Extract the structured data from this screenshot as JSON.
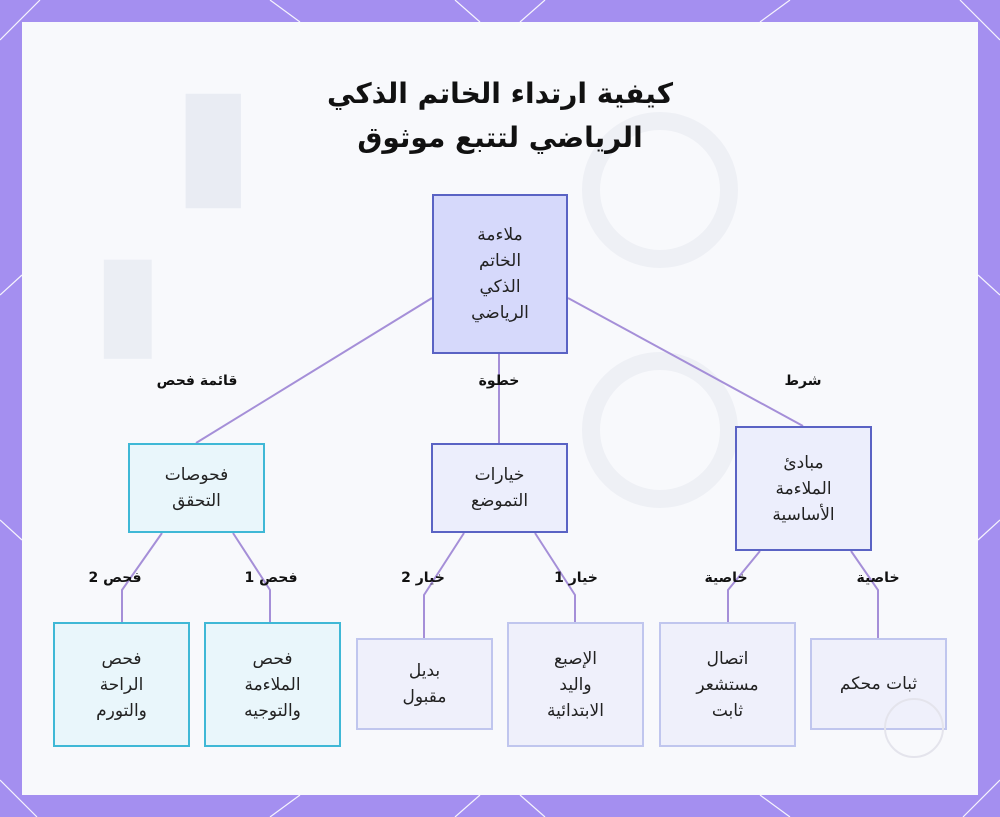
{
  "title_lines": [
    "كيفية ارتداء الخاتم الذكي",
    "الرياضي لتتبع موثوق"
  ],
  "colors": {
    "frame": "#a48ff0",
    "connector": "#a58fd8",
    "root_border": "#5a63c4",
    "cyan_border": "#3fb8d6"
  },
  "root": {
    "lines": [
      "ملاءمة",
      "الخاتم",
      "الذكي",
      "الرياضي"
    ]
  },
  "branches": {
    "left": {
      "edge_label": "قائمة فحص",
      "lines": [
        "فحوصات",
        "التحقق"
      ],
      "children": [
        {
          "edge_label": "فحص 2",
          "lines": [
            "فحص",
            "الراحة",
            "والتورم"
          ]
        },
        {
          "edge_label": "فحص 1",
          "lines": [
            "فحص",
            "الملاءمة",
            "والتوجيه"
          ]
        }
      ]
    },
    "middle": {
      "edge_label": "خطوة",
      "lines": [
        "خيارات",
        "التموضع"
      ],
      "children": [
        {
          "edge_label": "خيار 2",
          "lines": [
            "بديل",
            "مقبول"
          ]
        },
        {
          "edge_label": "خيار 1",
          "lines": [
            "الإصبع",
            "واليد",
            "الابتدائية"
          ]
        }
      ]
    },
    "right": {
      "edge_label": "شرط",
      "lines": [
        "مبادئ",
        "الملاءمة",
        "الأساسية"
      ],
      "children": [
        {
          "edge_label": "خاصية",
          "lines": [
            "اتصال",
            "مستشعر",
            "ثابت"
          ]
        },
        {
          "edge_label": "خاصية",
          "lines": [
            "ثبات محكم"
          ]
        }
      ]
    }
  }
}
